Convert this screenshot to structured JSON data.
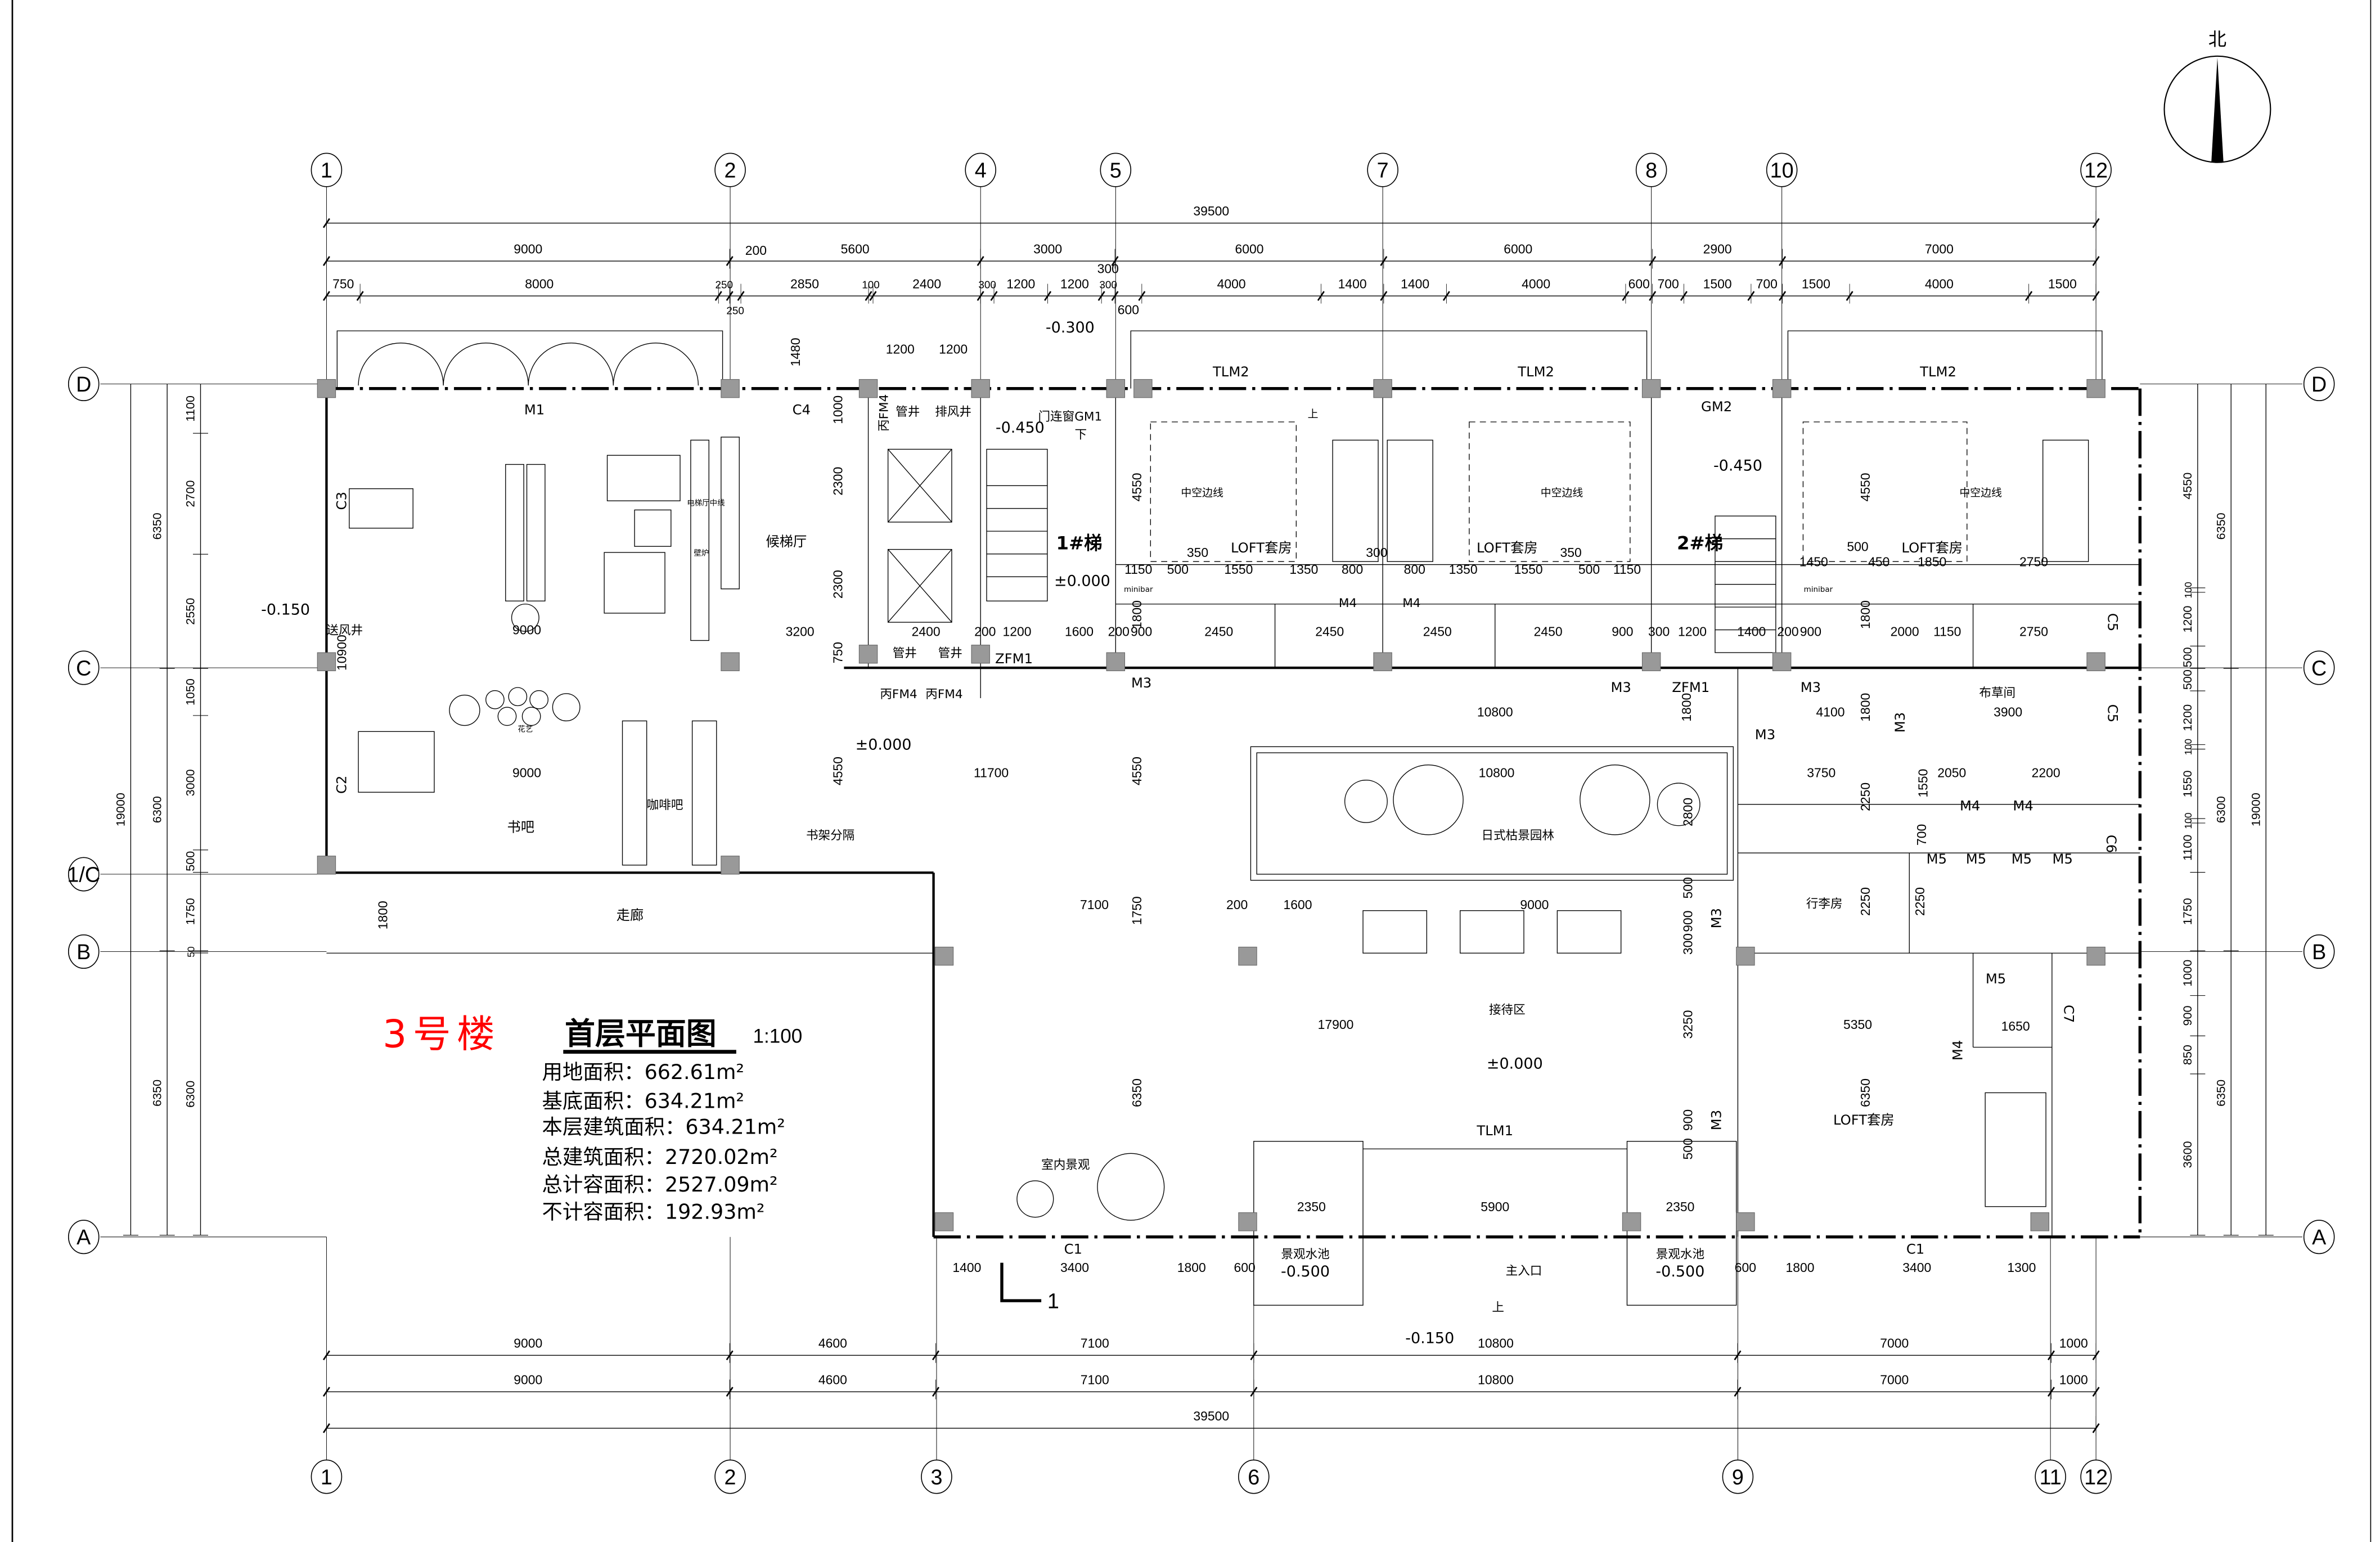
{
  "title_block": {
    "building": "3号楼",
    "drawing_title": "首层平面图",
    "scale": "1:100",
    "areas": [
      {
        "label": "用地面积：",
        "value": "662.61m²"
      },
      {
        "label": "基底面积：",
        "value": "634.21m²"
      },
      {
        "label": "本层建筑面积：",
        "value": "634.21m²"
      },
      {
        "label": "总建筑面积：",
        "value": "2720.02m²"
      },
      {
        "label": "总计容面积：",
        "value": "2527.09m²"
      },
      {
        "label": "不计容面积：",
        "value": "192.93m²"
      }
    ]
  },
  "north_label": "北",
  "section_mark": "1",
  "axes": {
    "top": [
      "1",
      "2",
      "4",
      "5",
      "7",
      "8",
      "10",
      "12"
    ],
    "bottom": [
      "1",
      "2",
      "3",
      "6",
      "9",
      "11",
      "12"
    ],
    "left": [
      "D",
      "C",
      "1/C",
      "B",
      "A"
    ],
    "right": [
      "D",
      "C",
      "B",
      "A"
    ]
  },
  "dimensions": {
    "top_total": "39500",
    "top_axis": [
      "9000",
      "5600",
      "3000",
      "6000",
      "6000",
      "2900",
      "7000"
    ],
    "top_detail": [
      "750",
      "8000",
      "250",
      "250",
      "2850",
      "100",
      "2400",
      "300",
      "1200",
      "1200",
      "300",
      "600",
      "4000",
      "1400",
      "1400",
      "4000",
      "600",
      "700",
      "1500",
      "700",
      "1500",
      "4000",
      "1500"
    ],
    "bottom_axis_1": [
      "9000",
      "4600",
      "7100",
      "10800",
      "7000",
      "1000"
    ],
    "bottom_axis_2": [
      "9000",
      "4600",
      "7100",
      "10800",
      "7000",
      "1000"
    ],
    "bottom_total": "39500",
    "left_total": "19000",
    "left_axis": [
      "6350",
      "6300",
      "6350"
    ],
    "left_detail": [
      "1100",
      "2700",
      "2550",
      "1050",
      "3000",
      "500",
      "1750",
      "50",
      "6300"
    ],
    "right_total": "19000",
    "right_axis": [
      "6350",
      "6300",
      "6350"
    ],
    "right_detail": [
      "4550",
      "100",
      "1200",
      "500",
      "500",
      "1200",
      "100",
      "1550",
      "100",
      "1100",
      "1750",
      "1000",
      "900",
      "850",
      "3600"
    ]
  },
  "labels": [
    "M1",
    "C4",
    "丙FM4",
    "管井",
    "排风井",
    "-0.450",
    "门连窗GM1",
    "下",
    "候梯厅",
    "1#梯",
    "±0.000",
    "送风井",
    "电梯厅中线",
    "壁炉",
    "管井",
    "管井",
    "丙FM4",
    "丙FM4",
    "ZFM1",
    "M3",
    "花艺",
    "书吧",
    "咖啡吧",
    "±0.000",
    "书架分隔",
    "走廊",
    "-0.150",
    "TLM2",
    "TLM2",
    "TLM2",
    "GM2",
    "-0.450",
    "2#梯",
    "中空边线",
    "中空边线",
    "中空边线",
    "LOFT套房",
    "LOFT套房",
    "LOFT套房",
    "布草间",
    "M3",
    "M3",
    "M3",
    "ZFM1",
    "日式枯景园林",
    "M4",
    "M4",
    "M5",
    "M5",
    "M5",
    "M5",
    "C6",
    "行李房",
    "接待区",
    "±0.000",
    "TLM1",
    "M5",
    "C7",
    "M4",
    "LOFT套房",
    "室内景观",
    "景观水池",
    "景观水池",
    "-0.500",
    "-0.500",
    "主入口",
    "上",
    "C1",
    "C1",
    "-0.150",
    "C5",
    "C5",
    "C3",
    "C2",
    "M3",
    "M3",
    "M3",
    "minibar",
    "minibar",
    "上",
    "-0.300",
    "M4",
    "M4"
  ],
  "interior_dimensions": [
    "9000",
    "3200",
    "10900",
    "1480",
    "1200",
    "1200",
    "1000",
    "2300",
    "2300",
    "750",
    "2400",
    "200",
    "1200",
    "1600",
    "200",
    "900",
    "2450",
    "2450",
    "2450",
    "2450",
    "900",
    "300",
    "1200",
    "1400",
    "200",
    "900",
    "2000",
    "1150",
    "2750",
    "4550",
    "4550",
    "1800",
    "1800",
    "350",
    "1150",
    "500",
    "1550",
    "1350",
    "800",
    "300",
    "800",
    "1350",
    "1550",
    "500",
    "1150",
    "350",
    "500",
    "1450",
    "450",
    "1850",
    "2750",
    "1800",
    "1800",
    "10800",
    "4100",
    "3900",
    "4550",
    "11700",
    "4550",
    "9000",
    "10800",
    "2800",
    "3750",
    "2050",
    "2200",
    "2250",
    "1550",
    "700",
    "1800",
    "7100",
    "1750",
    "200",
    "1600",
    "9000",
    "500",
    "900",
    "300",
    "2250",
    "2250",
    "17900",
    "3250",
    "5350",
    "1650",
    "6350",
    "6350",
    "900",
    "500",
    "2350",
    "5900",
    "2350",
    "1400",
    "3400",
    "1800",
    "600",
    "600",
    "1800",
    "3400",
    "1300",
    "300",
    "200"
  ]
}
